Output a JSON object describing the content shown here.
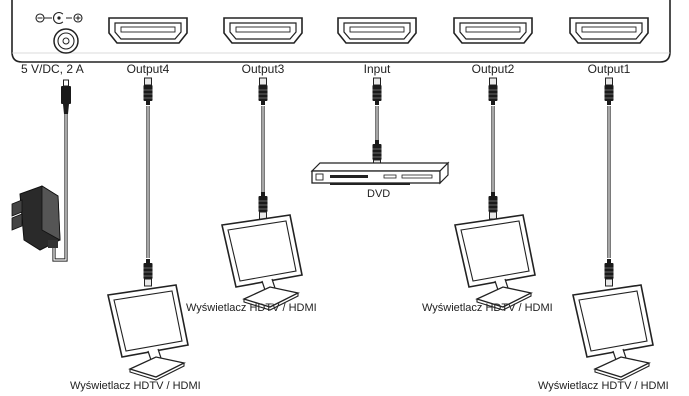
{
  "splitter": {
    "power_label": "5 V/DC, 2 A",
    "ports": [
      {
        "id": "output4",
        "label": "Output4"
      },
      {
        "id": "output3",
        "label": "Output3"
      },
      {
        "id": "input",
        "label": "Input"
      },
      {
        "id": "output2",
        "label": "Output2"
      },
      {
        "id": "output1",
        "label": "Output1"
      }
    ]
  },
  "dvd_label": "DVD",
  "displays": [
    {
      "id": "display-output4",
      "label": "Wyświetlacz HDTV / HDMI"
    },
    {
      "id": "display-output3",
      "label": "Wyświetlacz HDTV / HDMI"
    },
    {
      "id": "display-output2",
      "label": "Wyświetlacz HDTV / HDMI"
    },
    {
      "id": "display-output1",
      "label": "Wyświetlacz HDTV / HDMI"
    }
  ],
  "icons": [
    "polarity-symbol-icon",
    "dc-jack-icon",
    "hdmi-port-icon",
    "hdmi-plug-icon",
    "power-adapter-icon",
    "dvd-player-icon",
    "monitor-icon"
  ]
}
